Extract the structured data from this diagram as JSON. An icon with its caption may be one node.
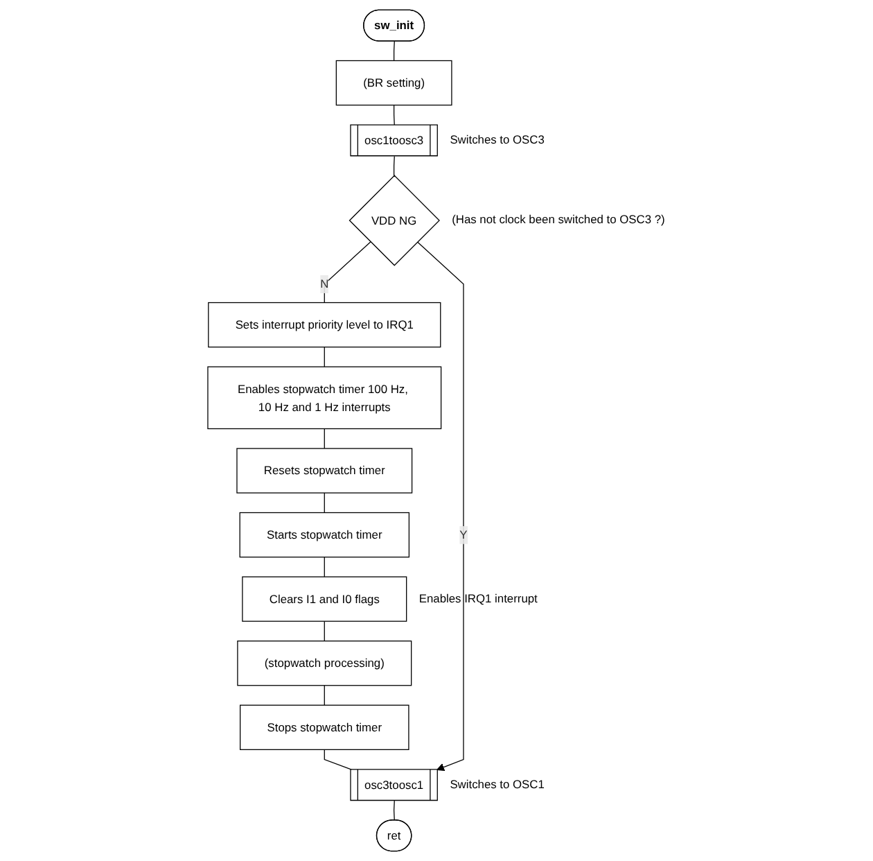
{
  "diagram": {
    "nodes": [
      {
        "text": [
          "sw_init"
        ]
      },
      {
        "text": [
          "(BR setting)"
        ]
      },
      {
        "text": [
          "osc1toosc3"
        ],
        "beside": [
          "Switches to OSC3"
        ]
      },
      {
        "text": [
          "VDD NG"
        ],
        "beside": [
          "(Has not clock been switched to OSC3 ?)"
        ]
      },
      {
        "text": [
          "Sets interrupt priority level to IRQ1"
        ]
      },
      {
        "text": [
          "Enables stopwatch timer 100 Hz, 10 Hz and 1 Hz interrupts"
        ]
      },
      {
        "text": [
          "Resets stopwatch timer"
        ]
      },
      {
        "text": [
          "Starts stopwatch timer"
        ]
      },
      {
        "text": [
          "Clears I1 and I0 flags"
        ],
        "beside": [
          "Enables IRQ1 interrupt"
        ]
      },
      {
        "text": [
          "(stopwatch processing)"
        ]
      },
      {
        "text": [
          "Stops stopwatch timer"
        ]
      },
      {
        "text": [
          "osc3toosc1"
        ],
        "beside": [
          "Switches to OSC1"
        ]
      },
      {
        "text": [
          "ret"
        ]
      }
    ],
    "edges": [
      {
        "from": 0,
        "to": 1,
        "arrow": "none"
      },
      {
        "from": 1,
        "to": 2,
        "arrow": "none"
      },
      {
        "from": 2,
        "to": 3,
        "arrow": "none"
      },
      {
        "from": 3,
        "to": 4,
        "arrow": "none",
        "label": "N"
      },
      {
        "from": 4,
        "to": 5,
        "arrow": "none"
      },
      {
        "from": 5,
        "to": 6,
        "arrow": "none"
      },
      {
        "from": 6,
        "to": 7,
        "arrow": "none"
      },
      {
        "from": 7,
        "to": 8,
        "arrow": "none"
      },
      {
        "from": 8,
        "to": 9,
        "arrow": "none"
      },
      {
        "from": 9,
        "to": 10,
        "arrow": "none"
      },
      {
        "from": 10,
        "to": 11,
        "arrow": "none"
      },
      {
        "from": 3,
        "to": 11,
        "arrow": "to",
        "label": "Y"
      },
      {
        "from": 11,
        "to": 12,
        "arrow": "none"
      }
    ]
  }
}
